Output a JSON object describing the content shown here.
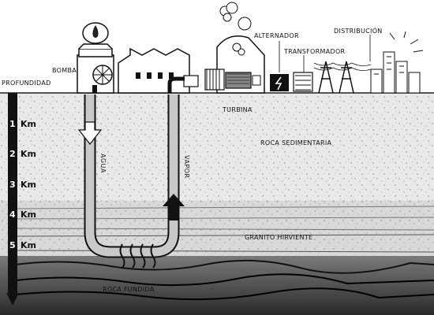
{
  "labels": {
    "bomba": "BOMBA",
    "profundidad": "PROFUNDIDAD",
    "alternador": "ALTERNADOR",
    "distribucion": "DISTRIBUCIÓN",
    "transformador": "TRANSFORMADOR",
    "turbina": "TURBINA",
    "agua": "AGUA",
    "vapor": "VAPOR",
    "roca_sedimentaria": "ROCA SEDIMENTARIA",
    "granito_hirviente": "GRANITO HIRVIENTE",
    "roca_fundida": "ROCA FUNDIDA"
  },
  "depth_scale": [
    "1",
    "2",
    "3",
    "4",
    "5"
  ],
  "depth_unit": "Km"
}
